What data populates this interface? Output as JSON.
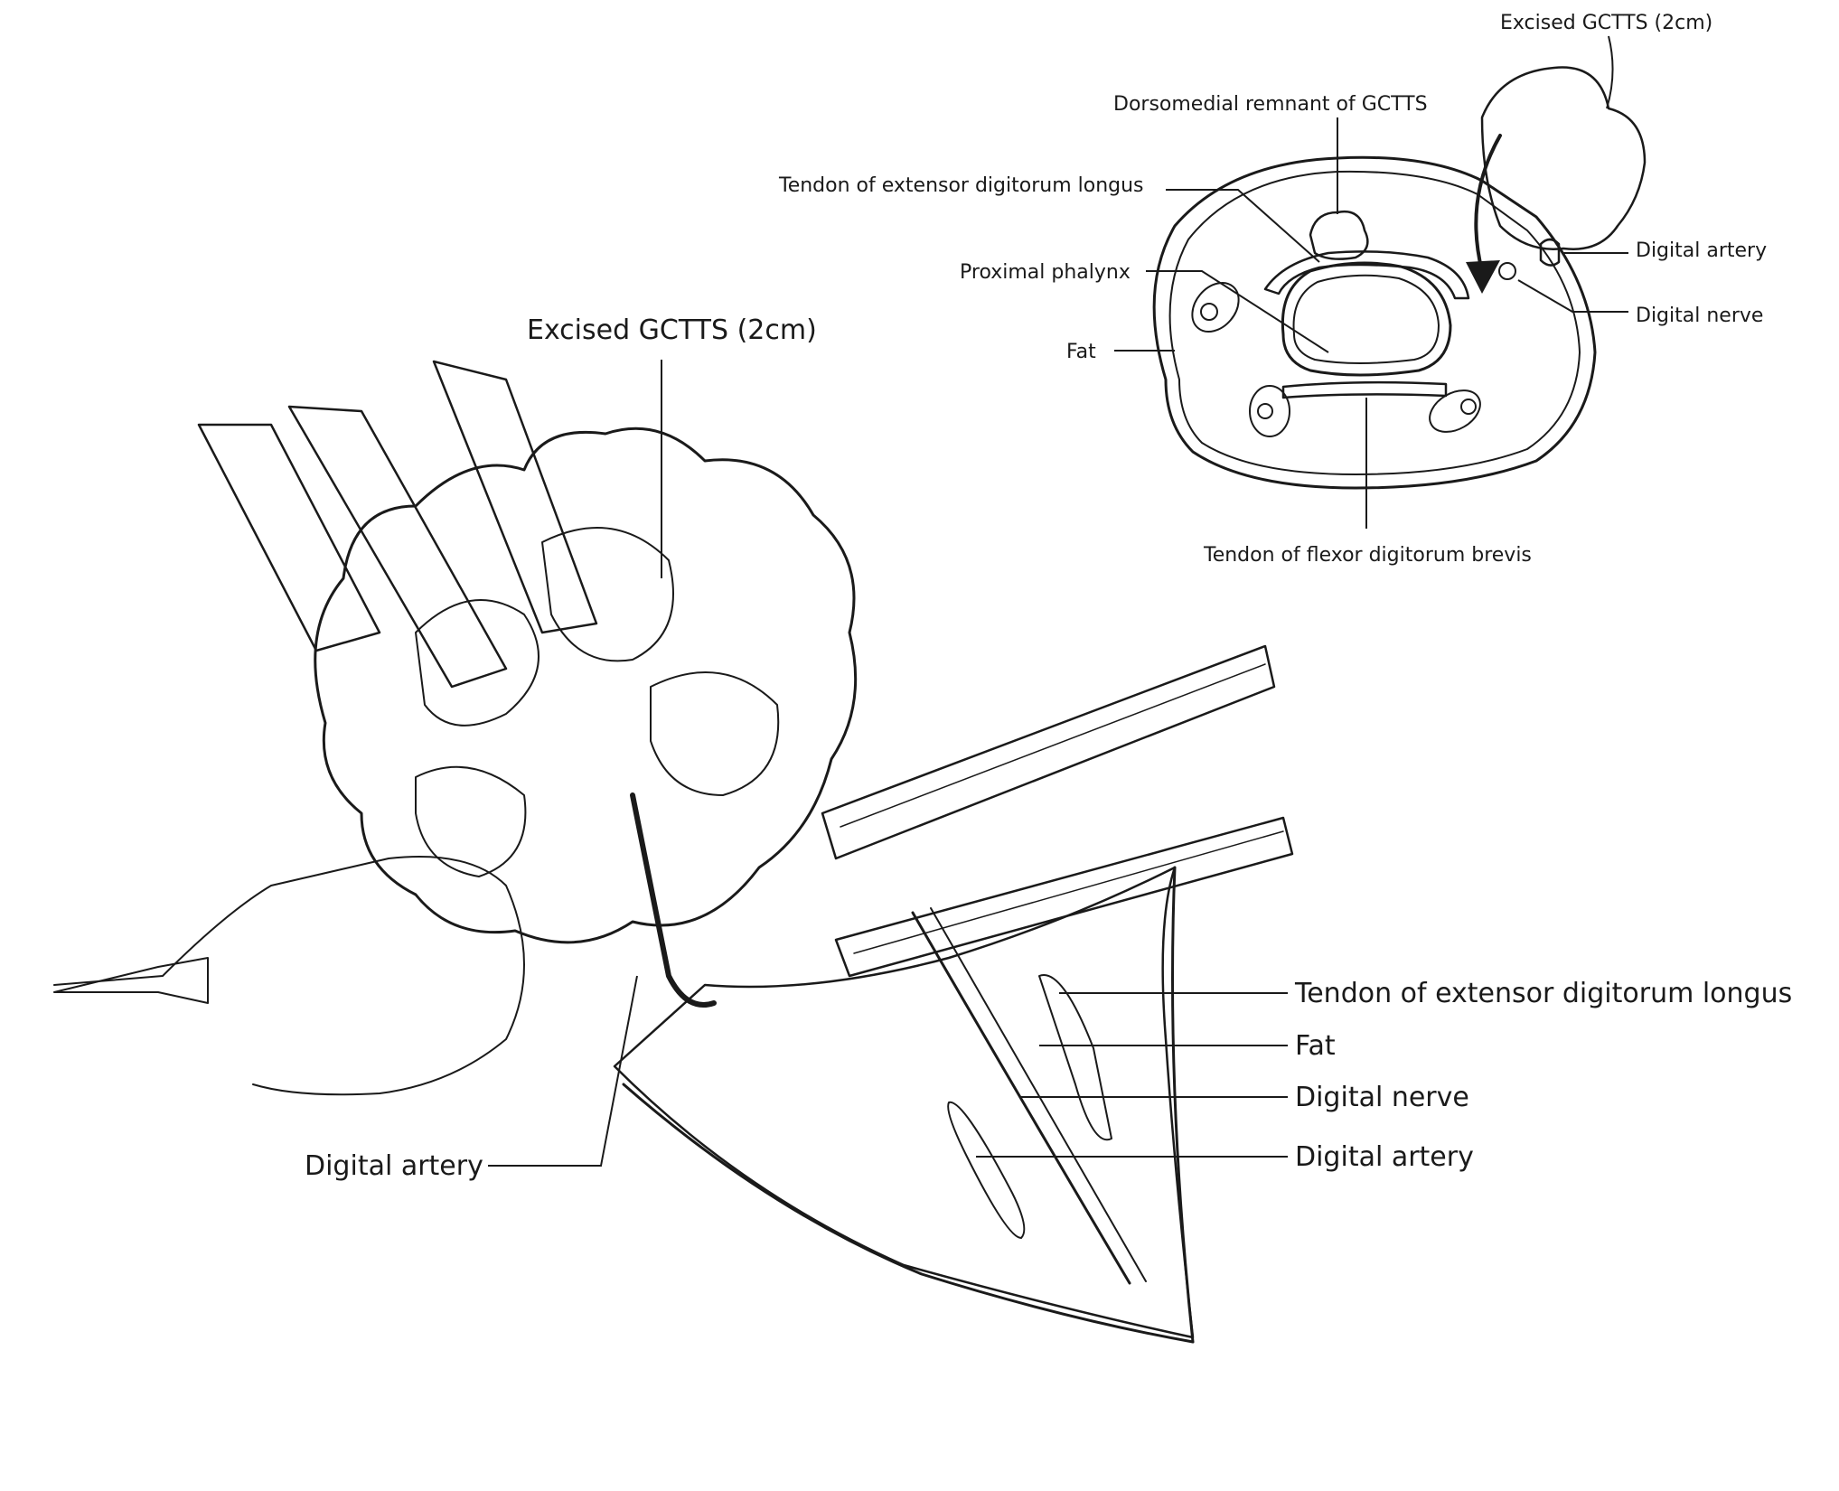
{
  "main_view": {
    "labels": {
      "excised_gctts": "Excised GCTTS (2cm)",
      "digital_artery_left": "Digital artery",
      "tendon_edl": "Tendon of extensor digitorum longus",
      "fat": "Fat",
      "digital_nerve": "Digital nerve",
      "digital_artery_right": "Digital artery"
    }
  },
  "inset_cross_section": {
    "labels": {
      "excised_gctts": "Excised GCTTS (2cm)",
      "dorsomedial_remnant": "Dorsomedial remnant of GCTTS",
      "tendon_edl": "Tendon of extensor digitorum longus",
      "proximal_phalynx": "Proximal phalynx",
      "fat": "Fat",
      "digital_artery": "Digital artery",
      "digital_nerve": "Digital nerve",
      "tendon_fdb": "Tendon of flexor digitorum brevis"
    }
  },
  "colors": {
    "ink": "#1a1a1a",
    "paper": "#ffffff"
  }
}
